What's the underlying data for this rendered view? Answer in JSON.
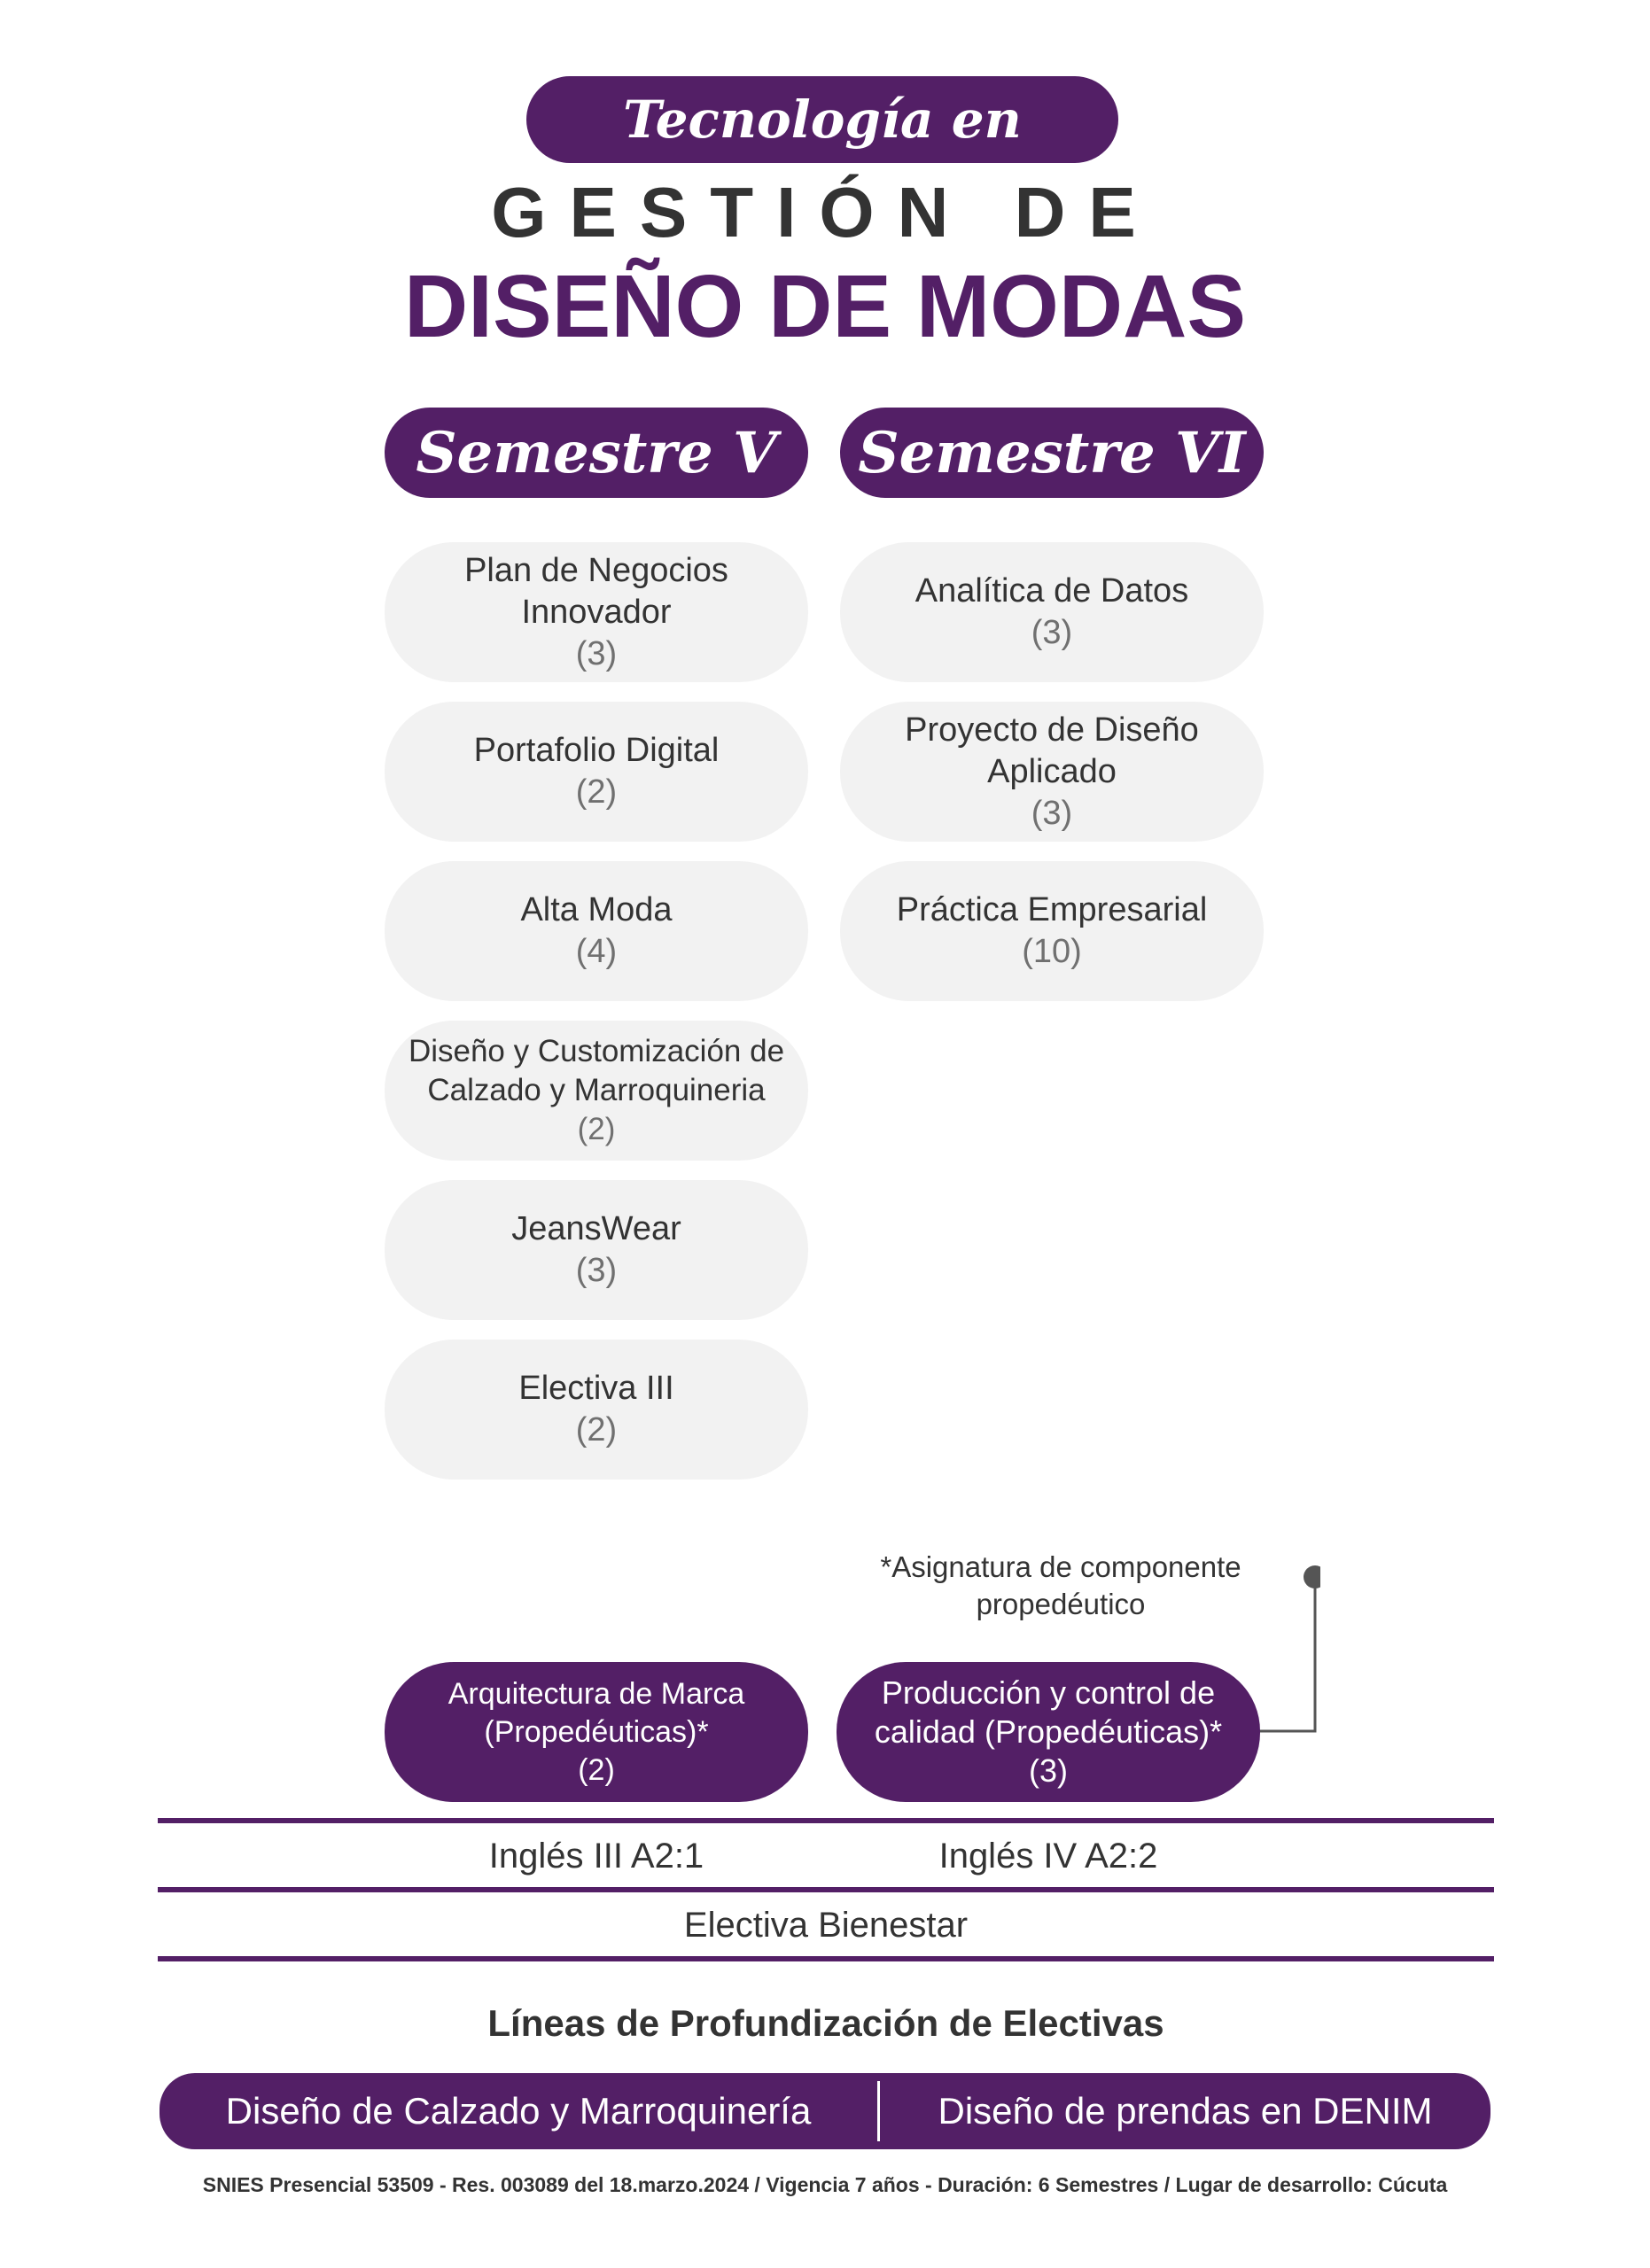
{
  "header": {
    "script_title": "Tecnología en",
    "title_line1": "GESTIÓN DE",
    "title_line2": "DISEÑO DE MODAS"
  },
  "semesters": [
    {
      "label": "Semestre V",
      "courses": [
        {
          "name": "Plan de Negocios Innovador",
          "credits": "(3)"
        },
        {
          "name": "Portafolio Digital",
          "credits": "(2)"
        },
        {
          "name": "Alta Moda",
          "credits": "(4)"
        },
        {
          "name": "Diseño y Customización de Calzado y Marroquineria",
          "credits": "(2)"
        },
        {
          "name": "JeansWear",
          "credits": "(3)"
        },
        {
          "name": "Electiva III",
          "credits": "(2)"
        }
      ]
    },
    {
      "label": "Semestre VI",
      "courses": [
        {
          "name": "Analítica de Datos",
          "credits": "(3)"
        },
        {
          "name": "Proyecto de Diseño Aplicado",
          "credits": "(3)"
        },
        {
          "name": "Práctica Empresarial",
          "credits": "(10)"
        }
      ]
    }
  ],
  "note": "*Asignatura de componente propedéutico",
  "propedeutic": [
    {
      "name": "Arquitectura de Marca (Propedéuticas)*",
      "credits": "(2)"
    },
    {
      "name": "Producción y control de calidad (Propedéuticas)*",
      "credits": "(3)"
    }
  ],
  "english": [
    "Inglés III A2:1",
    "Inglés IV A2:2"
  ],
  "wellbeing": "Electiva Bienestar",
  "lines_title": "Líneas de Profundización de Electivas",
  "lines": [
    "Diseño de Calzado y Marroquinería",
    "Diseño de prendas en DENIM"
  ],
  "footer": "SNIES Presencial 53509 - Res. 003089 del 18.marzo.2024 / Vigencia 7 años - Duración: 6 Semestres / Lugar de desarrollo: Cúcuta",
  "colors": {
    "accent": "#531f66",
    "card": "#f2f2f2",
    "text": "#333333"
  }
}
